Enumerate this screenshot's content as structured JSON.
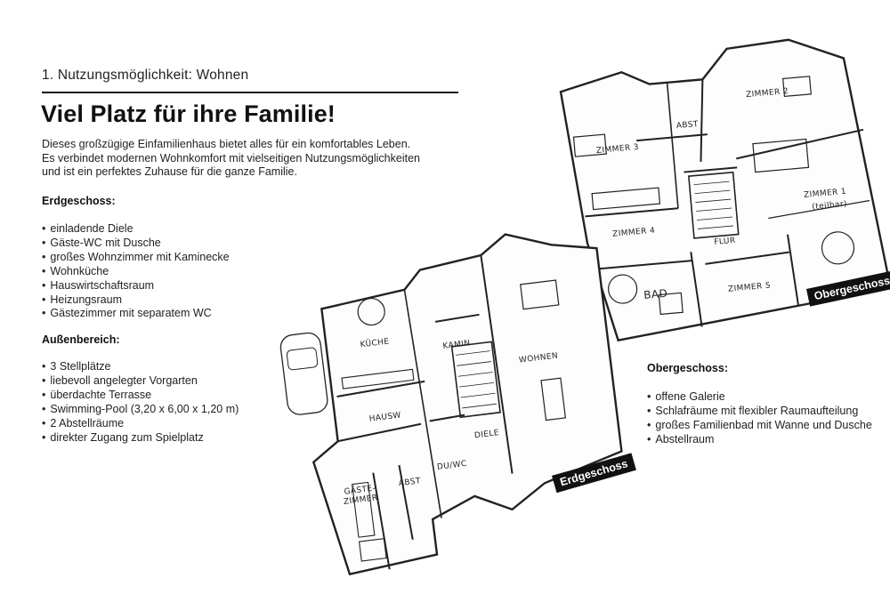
{
  "header": {
    "section_label": "1. Nutzungsmöglichkeit: Wohnen",
    "headline": "Viel Platz für ihre Familie!"
  },
  "intro": {
    "lines": [
      "Dieses großzügige Einfamilienhaus bietet alles für ein komfortables Leben.",
      "Es verbindet modernen Wohnkomfort mit vielseitigen Nutzungsmöglichkeiten",
      "und ist ein perfektes Zuhause für die ganze Familie."
    ]
  },
  "erdgeschoss": {
    "heading": "Erdgeschoss:",
    "items": [
      "einladende Diele",
      "Gäste-WC mit Dusche",
      "großes Wohnzimmer mit Kaminecke",
      "Wohnküche",
      "Hauswirtschaftsraum",
      "Heizungsraum",
      "Gästezimmer mit separatem WC"
    ]
  },
  "aussenbereich": {
    "heading": "Außenbereich:",
    "items": [
      "3 Stellplätze",
      "liebevoll angelegter Vorgarten",
      "überdachte Terrasse",
      "Swimming-Pool (3,20 x 6,00 x 1,20 m)",
      "2 Abstellräume",
      "direkter Zugang zum Spielplatz"
    ]
  },
  "obergeschoss": {
    "heading": "Obergeschoss:",
    "items": [
      "offene Galerie",
      "Schlafräume mit flexibler Raumaufteilung",
      "großes Familienbad mit Wanne und Dusche",
      "Abstellraum"
    ]
  },
  "floorplan_ground": {
    "label": "Erdgeschoss",
    "rooms": {
      "kueche": "KÜCHE",
      "kamin": "KAMIN",
      "wohnen": "WOHNEN",
      "hausw": "HAUSW",
      "diele": "DIELE",
      "gaeste_1": "GÄSTE-",
      "gaeste_2": "ZIMMER",
      "abst": "ABST",
      "du_wc": "DU/WC"
    }
  },
  "floorplan_upper": {
    "label": "Obergeschoss",
    "rooms": {
      "zimmer3": "ZIMMER 3",
      "abst": "ABST",
      "zimmer2": "ZIMMER 2",
      "zimmer4": "ZIMMER 4",
      "zimmer1": "ZIMMER 1",
      "teilbar": "(teilbar)",
      "flur": "FLUR",
      "bad": "BAD",
      "zimmer5": "ZIMMER 5"
    }
  }
}
